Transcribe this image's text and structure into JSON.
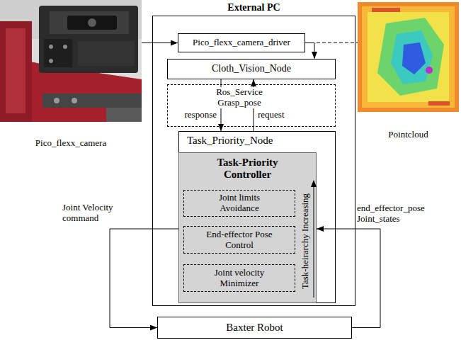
{
  "diagram": {
    "nodes": [
      {
        "text": [
          "Pico_flexx_camera"
        ]
      },
      {
        "text": [
          "External PC"
        ]
      },
      {
        "text": [
          "Pico_flexx_camera_driver"
        ],
        "in": 1
      },
      {
        "text": [
          "Cloth_Vision_Node"
        ],
        "in": 1
      },
      {
        "text": [
          "Ros_Service Grasp_pose"
        ],
        "in": 1
      },
      {
        "text": [
          "Task_Priority_Node"
        ],
        "in": 1
      },
      {
        "text": [
          "Task-Priority Controller"
        ],
        "in": 5
      },
      {
        "text": [
          "Joint limits Avoidance"
        ],
        "in": 6
      },
      {
        "text": [
          "End-effector Pose Control"
        ],
        "in": 6
      },
      {
        "text": [
          "Joint velocity Minimizer"
        ],
        "in": 6
      },
      {
        "text": [
          "Pointcloud"
        ]
      },
      {
        "text": [
          "Baxter Robot"
        ]
      }
    ],
    "edges": [
      {
        "from": 0,
        "to": 2,
        "arrow": "to"
      },
      {
        "from": 2,
        "to": 10,
        "arrow": "none"
      },
      {
        "from": 2,
        "to": 3,
        "arrow": "to"
      },
      {
        "from": 3,
        "to": 5,
        "label": "response",
        "arrow": "to"
      },
      {
        "from": 5,
        "to": 3,
        "label": "request",
        "arrow": "to"
      },
      {
        "from": 6,
        "to": 11,
        "label": "Joint Velocity command",
        "arrow": "to"
      },
      {
        "from": 11,
        "to": 6,
        "label": "end_effector_pose Joint_states",
        "arrow": "to"
      }
    ],
    "labels": [
      "Task-heirarchy Increasing"
    ]
  }
}
